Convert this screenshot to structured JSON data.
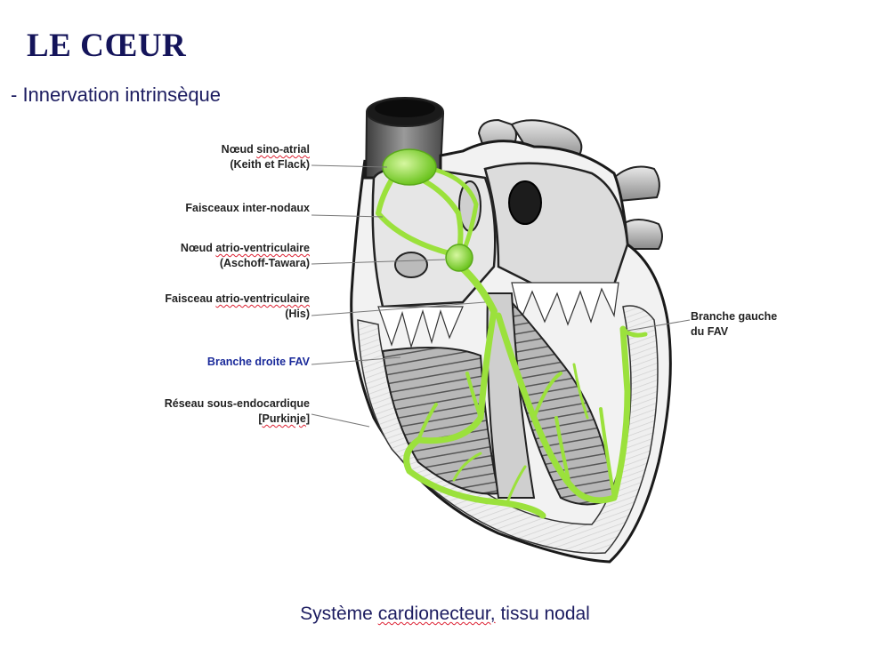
{
  "slide": {
    "title": "LE CŒUR",
    "subtitle": "- Innervation intrinsèque",
    "caption_pre": "Système ",
    "caption_word": "cardionecteur,",
    "caption_post": " tissu nodal"
  },
  "labels": {
    "sinus_node_pre": "Nœud ",
    "sinus_node_word": "sino-atrial",
    "sinus_node_line2": "(Keith et Flack)",
    "internodal": "Faisceaux inter-nodaux",
    "av_node_pre": "Nœud ",
    "av_node_word": "atrio-ventriculaire",
    "av_node_line2": "(Aschoff-Tawara)",
    "his_pre": "Faisceau ",
    "his_word": "atrio-ventriculaire",
    "his_line2": "(His)",
    "right_branch": "Branche droite FAV",
    "purkinje_line1": "Réseau sous-endocardique",
    "purkinje_line2_pre": "[",
    "purkinje_line2_word": "Purkinje",
    "purkinje_line2_post": "]",
    "left_branch_line1": "Branche gauche",
    "left_branch_line2": "du FAV"
  },
  "colors": {
    "title": "#14145a",
    "conduction": "#9be13c",
    "node": "#7fd32a",
    "right_branch_label": "#1a2a9a"
  }
}
